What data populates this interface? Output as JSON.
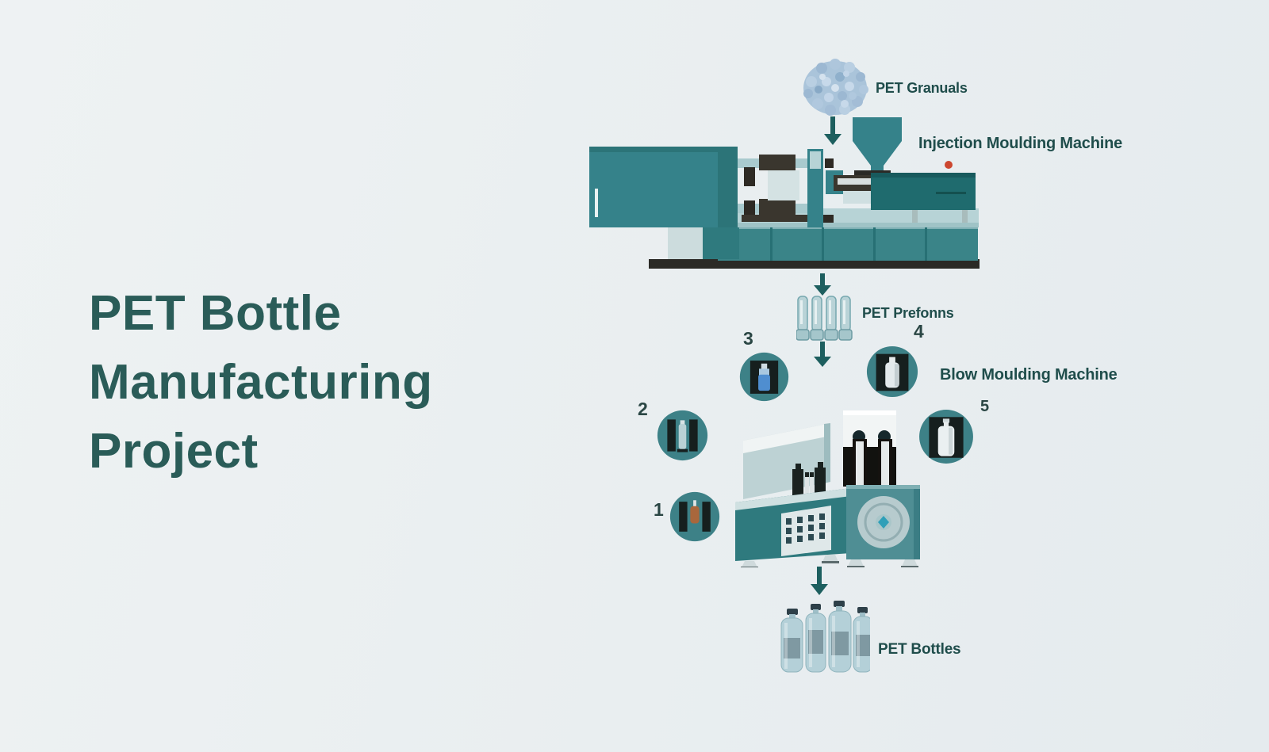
{
  "title": {
    "line1": "PET Bottle",
    "line2": "Manufacturing",
    "line3": "Project"
  },
  "flow": {
    "granules_label": "PET Granuals",
    "injection_machine_label": "Injection Moulding Machine",
    "preforms_label": "PET Prefonns",
    "blow_machine_label": "Blow Moulding Machine",
    "bottles_label": "PET Bottles"
  },
  "steps": [
    {
      "number": "1"
    },
    {
      "number": "2"
    },
    {
      "number": "3"
    },
    {
      "number": "4"
    },
    {
      "number": "5"
    }
  ],
  "colors": {
    "background": "#e9eef0",
    "title_text": "#2a5c58",
    "label_text": "#1f4d4b",
    "machine_teal": "#35828a",
    "machine_teal_dark": "#1f6b6e",
    "machine_teal_light": "#b7d3d6",
    "base_dark": "#2b2a26",
    "arrow": "#1d5f5f",
    "circle_fill": "#3d8187",
    "mold_dark": "#161f1e",
    "granule_blue": "#aac4da",
    "bottle_blue": "#b4d0d8",
    "indicator_red": "#cc4730",
    "step_number": "#2a4644"
  }
}
